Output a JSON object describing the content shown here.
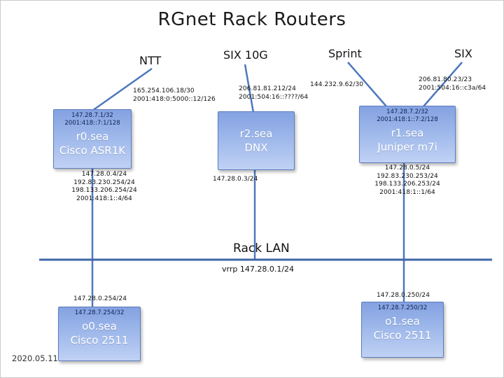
{
  "title": "RGnet Rack Routers",
  "date": "2020.05.11",
  "colors": {
    "node_fill_top": "#84a2e2",
    "node_fill_bottom": "#c0d1f4",
    "wire_blue": "#4d78bd",
    "lan_blue": "#3f66a8"
  },
  "uplinks": {
    "ntt": {
      "label": "NTT",
      "ips": "165.254.106.18/30\n2001:418:0:5000::12/126"
    },
    "six10g": {
      "label": "SIX 10G",
      "ips": "206.81.81.212/24\n2001:504:16::????/64"
    },
    "sprint": {
      "label": "Sprint",
      "ips": "144.232.9.62/30"
    },
    "six": {
      "label": "SIX",
      "ips": "206.81.80.23/23\n2001:504:16::c3a/64"
    }
  },
  "routers": {
    "r0": {
      "loopbacks": "147.28.7.1/32\n2001:418::7:1/128",
      "name": "r0.sea",
      "model": "Cisco ASR1K",
      "lan_ips": "147.28.0.4/24\n192.83.230.254/24\n198.133.206.254/24\n2001:418:1::4/64"
    },
    "r2": {
      "name": "r2.sea",
      "model": "DNX",
      "lan_ips": "147.28.0.3/24"
    },
    "r1": {
      "loopbacks": "147.28.7.2/32\n2001:418:1::7:2/128",
      "name": "r1.sea",
      "model": "Juniper m7i",
      "lan_ips": "147.28.0.5/24\n192.83.230.253/24\n198.133.206.253/24\n2001:418:1::1/64"
    }
  },
  "lan": {
    "label": "Rack LAN",
    "vrrp": "vrrp 147.28.0.1/24"
  },
  "consoles": {
    "o0": {
      "lan_ip": "147.28.0.254/24",
      "loopback": "147.28.7.254/32",
      "name": "o0.sea",
      "model": "Cisco 2511"
    },
    "o1": {
      "lan_ip": "147.28.0.250/24",
      "loopback": "147.28.7.250/32",
      "name": "o1.sea",
      "model": "Cisco 2511"
    }
  }
}
